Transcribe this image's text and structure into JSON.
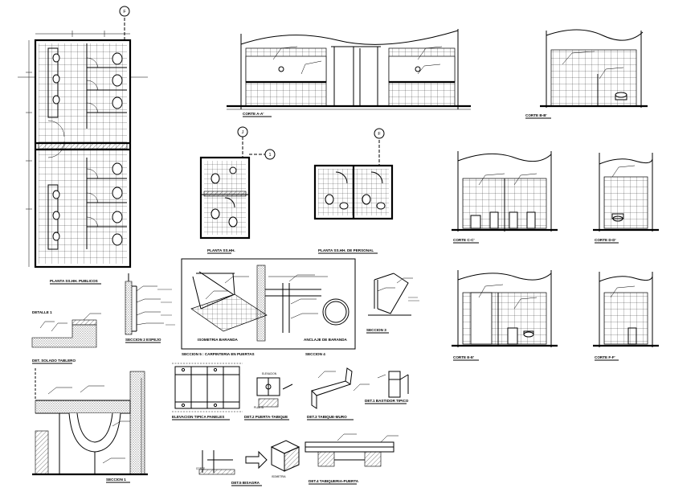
{
  "sheet": {
    "grid_bubbles": [
      "F",
      "J",
      "1",
      "F"
    ],
    "plans": {
      "public": "PLANTA SS.HH. PUBLICOS",
      "small": "PLANTA SS.HH.",
      "staff": "PLANTA SS.HH. DE PERSONAL"
    },
    "sections": {
      "corte_a": "CORTE A-A'",
      "corte_b": "CORTE B-B'",
      "corte_c": "CORTE C-C'",
      "corte_d": "CORTE D-D'",
      "corte_e": "CORTE E-E'",
      "corte_f": "CORTE F-F'"
    },
    "details": {
      "detalle_1": "DETALLE 1",
      "sol_tablero": "DET. SOLADO TABLERO",
      "seccion2": "SECCION 2 ESPEJO",
      "isometria": "ISOMETRIA BARANDA",
      "seccion5": "SECCION 5 : CARPINTERIA EN PUERTAS",
      "anclaje": "ANCLAJE DE BARANDA",
      "seccion4": "SECCION 4",
      "seccion3": "SECCION 3",
      "seccion1": "SECCION 1",
      "elev_panel": "ELEVACION TIPICA PANELES",
      "elevacion": "ELEVACION",
      "planta": "PLANTA",
      "det1_bastidor": "DET.1 BASTIDOR TIPICO",
      "det2_puerta": "DET.2 PUERTA-TABIQUE",
      "det3_tabique": "DET.3 TABIQUE-MURO",
      "corte": "CORTE",
      "isometria2": "ISOMETRIA",
      "det5_bisagra": "DET.5 BISAGRA",
      "det4_tabiqueria": "DET.4 TABIQUERIA-PUERTA"
    }
  }
}
